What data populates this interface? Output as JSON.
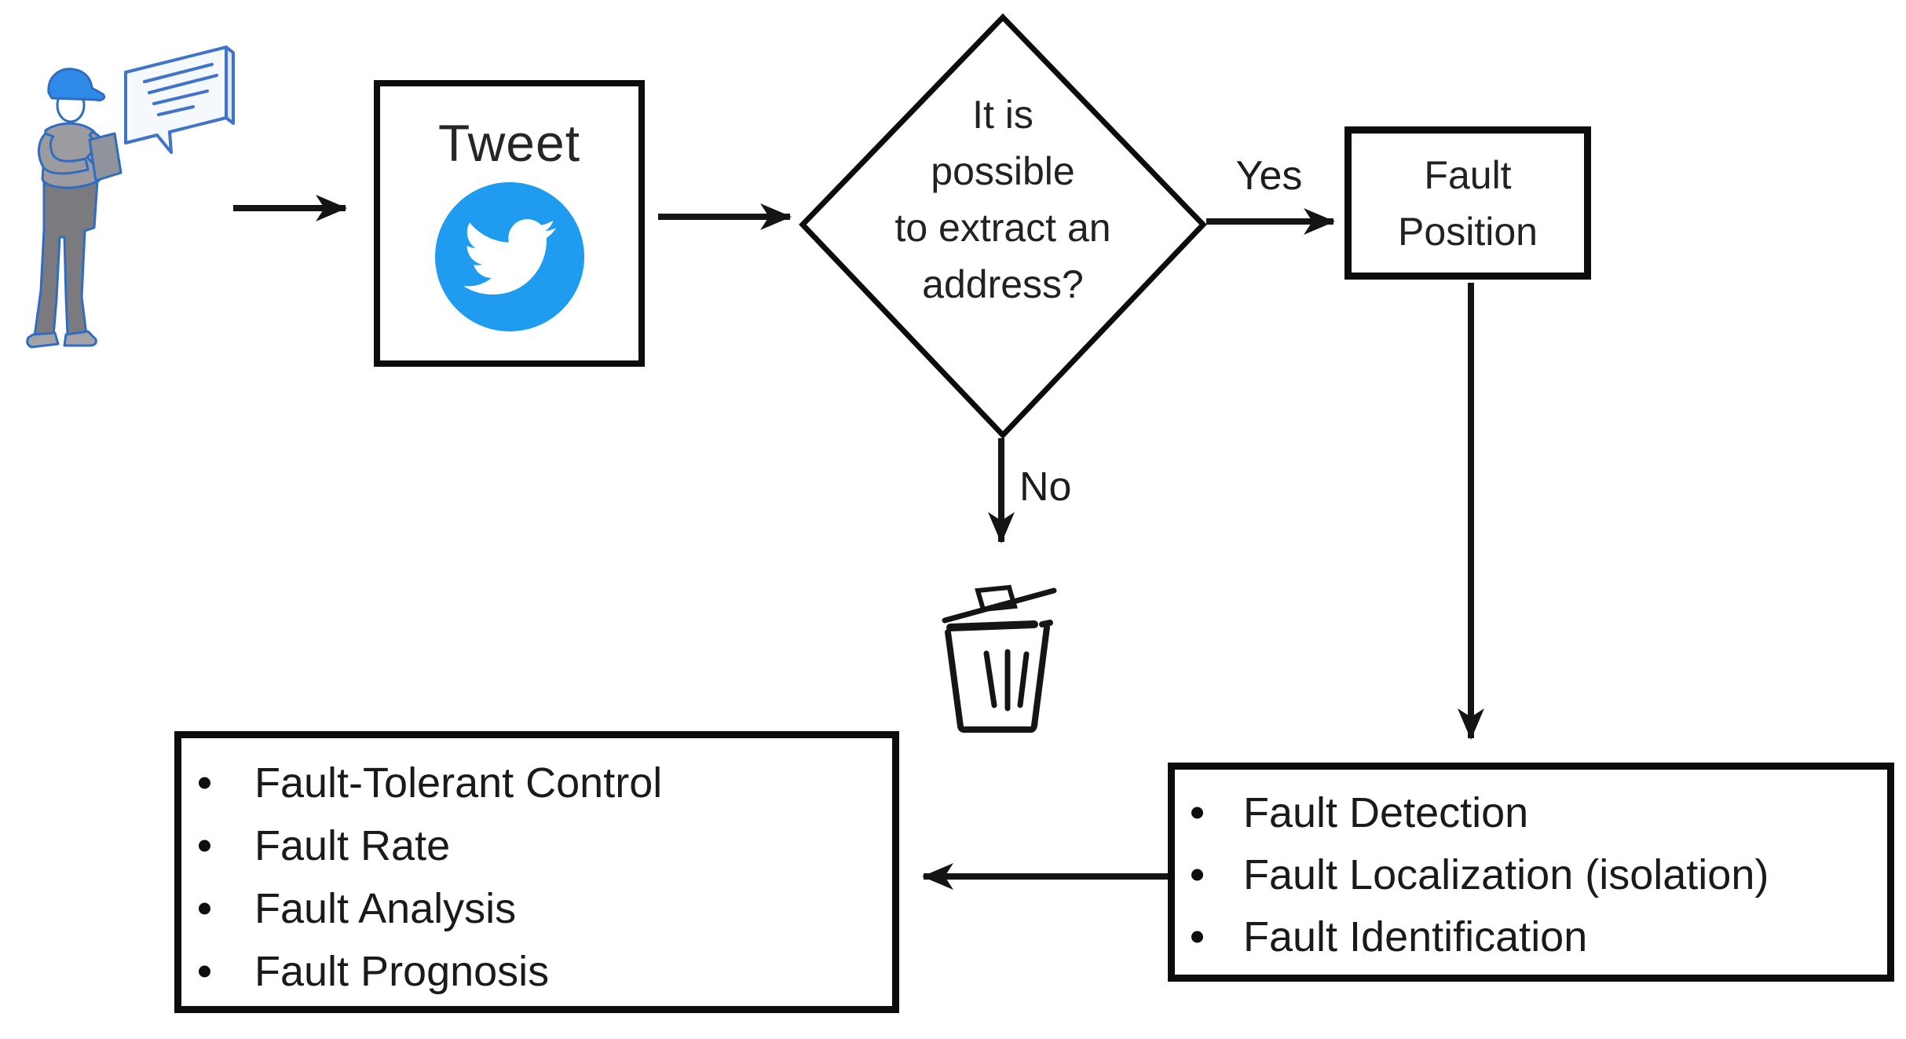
{
  "diagram": {
    "nodes": {
      "tweet": {
        "label": "Tweet"
      },
      "decision": {
        "question": "It is\npossible\nto extract an\naddress?"
      },
      "fault_position": {
        "label": "Fault\nPosition"
      },
      "analysis": {
        "items": [
          "Fault Detection",
          "Fault Localization (isolation)",
          "Fault Identification"
        ]
      },
      "outcomes": {
        "items": [
          "Fault-Tolerant Control",
          "Fault Rate",
          "Fault Analysis",
          "Fault Prognosis"
        ]
      }
    },
    "edges": {
      "yes_label": "Yes",
      "no_label": "No"
    },
    "icons": {
      "person": "person-reporting-icon",
      "speech_bubble": "speech-bubble-icon",
      "twitter": "twitter-bird-icon",
      "trash": "trash-can-icon"
    },
    "colors": {
      "twitter_blue": "#1f9cf0",
      "cap_blue": "#2e8ae6",
      "illustration_outline_blue": "#2f6cc2",
      "shirt_gray": "#9c9ca0",
      "pants_gray": "#7b7b7f",
      "line_black": "#141414"
    }
  }
}
